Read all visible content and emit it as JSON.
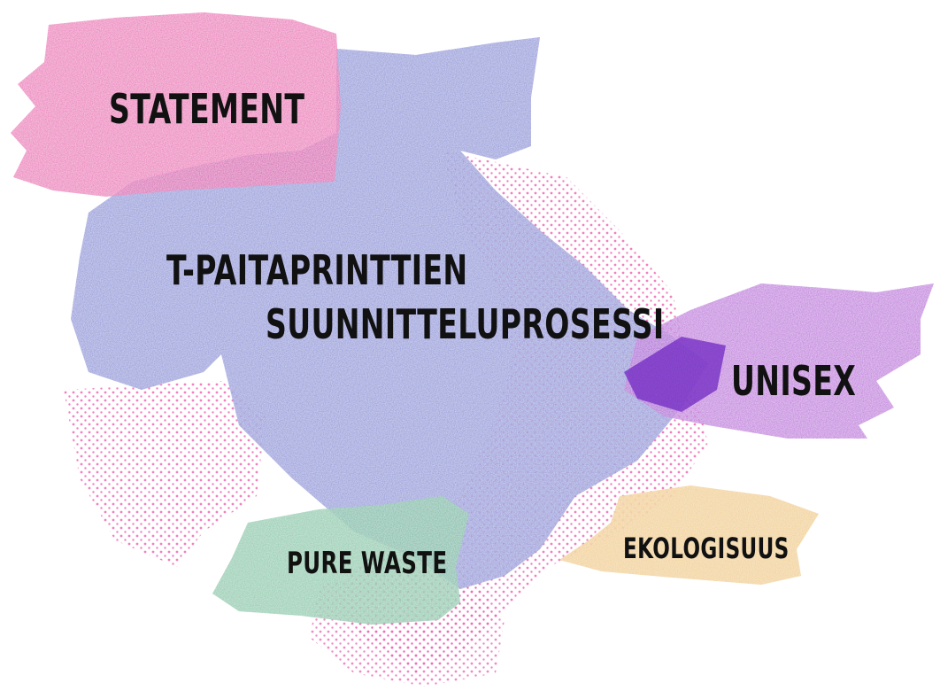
{
  "colors": {
    "background": "#ffffff",
    "pink": "#e83aa8",
    "blue": "#7a82d4",
    "purple": "#b23fd6",
    "deep_purple": "#6a1fc0",
    "green": "#6cc09a",
    "yellow": "#f0c878",
    "dot_pink": "#ee6ab4",
    "text": "#111111"
  },
  "labels": {
    "statement": "STATEMENT",
    "title_line1": "T-PAITAPRINTTIEN",
    "title_line2": "SUUNNITTELUPROSESSI",
    "unisex": "UNISEX",
    "pure_waste": "PURE WASTE",
    "ekologisuus": "EKOLOGISUUS"
  }
}
